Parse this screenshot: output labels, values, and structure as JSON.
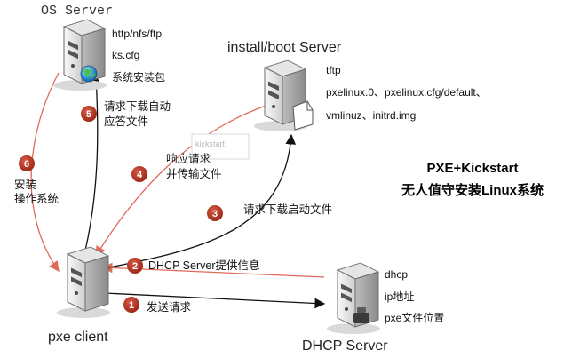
{
  "title": {
    "line1": "PXE+Kickstart",
    "line2": "无人值守安装Linux系统"
  },
  "os_server": {
    "label": "OS Server",
    "notes": [
      "http/nfs/ftp",
      "ks.cfg",
      "系统安装包"
    ]
  },
  "install_server": {
    "label": "install/boot Server",
    "notes": [
      "tftp",
      "pxelinux.0、pxelinux.cfg/default、",
      "vmlinuz、initrd.img"
    ]
  },
  "dhcp_server": {
    "label": "DHCP Server",
    "notes": [
      "dhcp",
      "ip地址",
      "pxe文件位置"
    ]
  },
  "client": {
    "label": "pxe client"
  },
  "ghost_label": "kickstart",
  "steps": [
    {
      "num": "1",
      "lines": [
        "发送请求"
      ]
    },
    {
      "num": "2",
      "lines": [
        "DHCP Server提供信息"
      ]
    },
    {
      "num": "3",
      "lines": [
        "请求下载启动文件"
      ]
    },
    {
      "num": "4",
      "lines": [
        "响应请求",
        "并传输文件"
      ]
    },
    {
      "num": "5",
      "lines": [
        "请求下载自动",
        "应答文件"
      ]
    },
    {
      "num": "6",
      "lines": [
        "安装",
        "操作系统"
      ]
    }
  ],
  "colors": {
    "black_arrow": "#111111",
    "red_arrow": "#e06a58",
    "step_badge": "#b02a1a",
    "server_body": "#f1f1f1",
    "server_shadow": "#8c8c8c"
  }
}
